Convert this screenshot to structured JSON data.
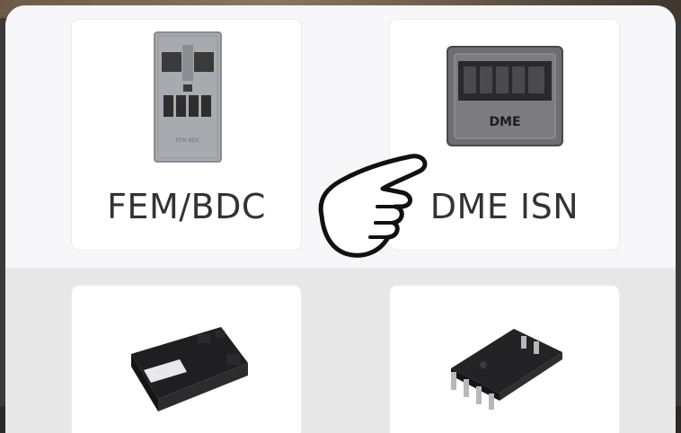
{
  "tiles": [
    {
      "label": "FEM/BDC",
      "image": "fem-bdc-module-icon",
      "module_text": "FEM BDC"
    },
    {
      "label": "DME ISN",
      "image": "dme-ecu-icon",
      "module_text": "DME"
    },
    {
      "label": "",
      "image": "cas-module-icon"
    },
    {
      "label": "",
      "image": "eeprom-chip-icon"
    }
  ],
  "pointer": "hand-pointer-icon",
  "colors": {
    "panel": "#f7f7f9",
    "lower_panel": "#e7e7e7",
    "tile": "#ffffff",
    "text": "#333333"
  }
}
